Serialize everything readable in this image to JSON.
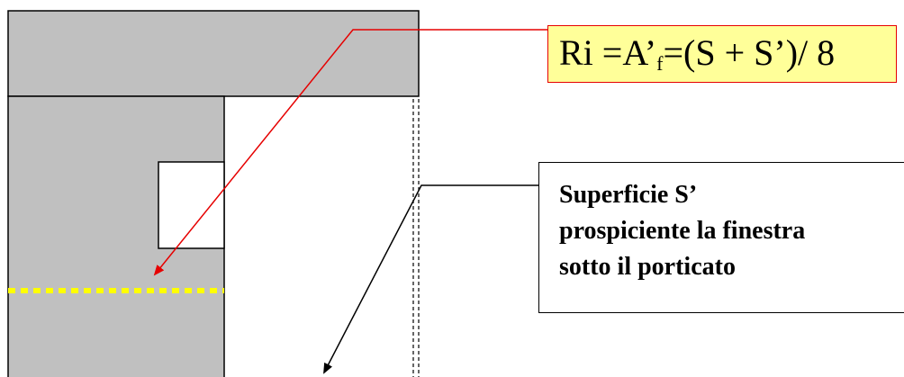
{
  "formula": {
    "prefix": "Ri =A’",
    "subscript": "f",
    "suffix": "=(S + S’)/ 8"
  },
  "label": {
    "lines": [
      "Superficie S’",
      "prospiciente la finestra",
      "sotto  il porticato"
    ]
  },
  "colors": {
    "wall_fill": "#c0c0c0",
    "formula_background": "#ffff99",
    "formula_border": "#e60000",
    "pointer_red": "#e60000",
    "dotted_line": "#ffff00"
  }
}
